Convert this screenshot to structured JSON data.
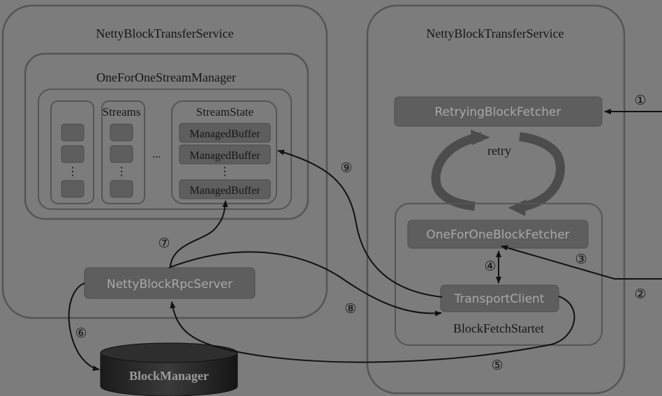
{
  "left_service": {
    "title": "NettyBlockTransferService",
    "stream_manager": {
      "title": "OneForOneStreamManager",
      "streams_label": "Streams",
      "ellipsis": "...",
      "vertical_ellipsis": "⋮",
      "stream_state": {
        "title": "StreamState",
        "buffers": [
          "ManagedBuffer",
          "ManagedBuffer",
          "ManagedBuffer"
        ]
      }
    },
    "rpc_server": "NettyBlockRpcServer",
    "block_manager": "BlockManager"
  },
  "right_service": {
    "title": "NettyBlockTransferService",
    "retrying_fetcher": "RetryingBlockFetcher",
    "retry_label": "retry",
    "one_for_one_fetcher": "OneForOneBlockFetcher",
    "transport_client": "TransportClient",
    "block_fetch_label": "BlockFetchStartet"
  },
  "step_markers": [
    "①",
    "②",
    "③",
    "④",
    "⑤",
    "⑥",
    "⑦",
    "⑧",
    "⑨"
  ],
  "colors": {
    "background": "#7c7c7c",
    "container_stroke": "#555555",
    "box_fill": "#5e5e5e",
    "box_text": "#a9a9a9",
    "arrow": "#111111",
    "cylinder": "#1a1a1a"
  }
}
